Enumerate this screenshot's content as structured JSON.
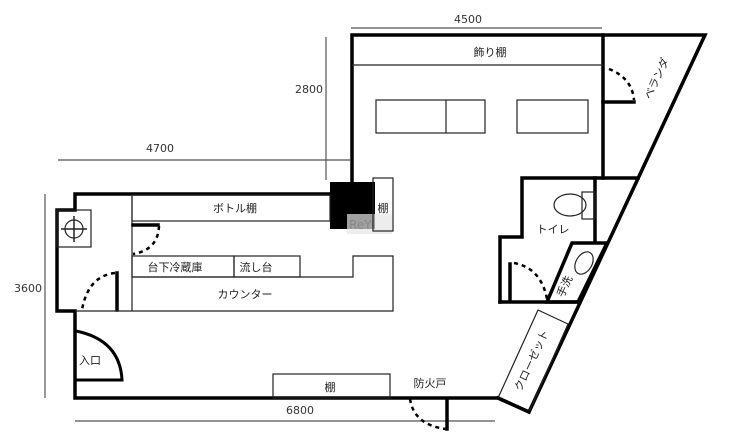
{
  "dimensions": {
    "top_width": "4500",
    "top_height": "2800",
    "upper_left_width": "4700",
    "left_height": "3600",
    "bottom_width": "6800"
  },
  "rooms": {
    "display_shelf": "飾り棚",
    "veranda": "ベランダ",
    "bottle_shelf": "ボトル棚",
    "shelf_upper": "棚",
    "under_fridge": "台下冷蔵庫",
    "sink": "流し台",
    "counter": "カウンター",
    "entrance": "入口",
    "shelf_lower": "棚",
    "fire_door": "防火戸",
    "toilet": "トイレ",
    "handwash": "手洗",
    "closet": "クローゼット"
  },
  "watermark": "ReY"
}
